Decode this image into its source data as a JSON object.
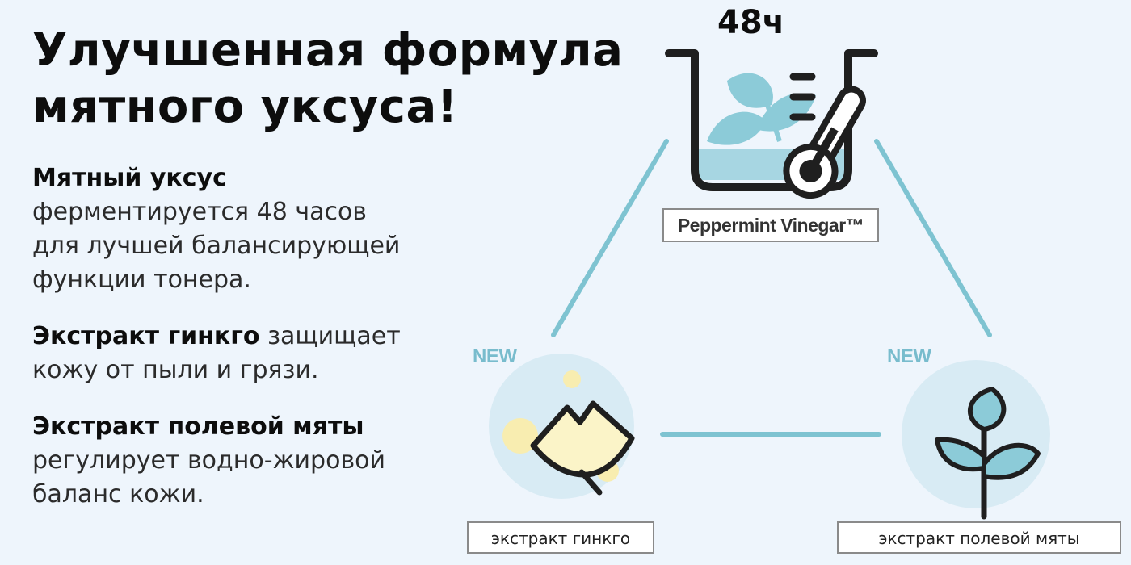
{
  "headline": {
    "line1": "Улучшенная формула",
    "line2": "мятного уксуса!"
  },
  "features": [
    {
      "bold": "Мятный уксус",
      "lines": [
        "ферментируется 48 часов",
        "для лучшей балансирующей",
        "функции тонера."
      ]
    },
    {
      "bold": "Экстракт гинкго",
      "inline_rest": " защищает",
      "lines": [
        "кожу от пыли и грязи."
      ]
    },
    {
      "bold": "Экстракт полевой мяты",
      "lines": [
        "регулирует водно-жировой",
        "баланс кожи."
      ]
    }
  ],
  "diagram": {
    "top_label": "48ч",
    "brand_label": "Peppermint Vinegar™",
    "left_badge": "NEW",
    "right_badge": "NEW",
    "left_caption": "экстракт гинкго",
    "right_caption": "экстракт полевой мяты",
    "icons": {
      "top": "beaker-thermometer-icon",
      "left": "ginkgo-leaf-icon",
      "right": "mint-sprig-icon"
    },
    "colors": {
      "accent": "#7ec3d1",
      "leaf": "#8ccbd8",
      "ginkgo": "#fbf4c8",
      "dot": "#f8edb0",
      "circle": "#d8ebf4",
      "outline": "#1f1f1f"
    }
  }
}
